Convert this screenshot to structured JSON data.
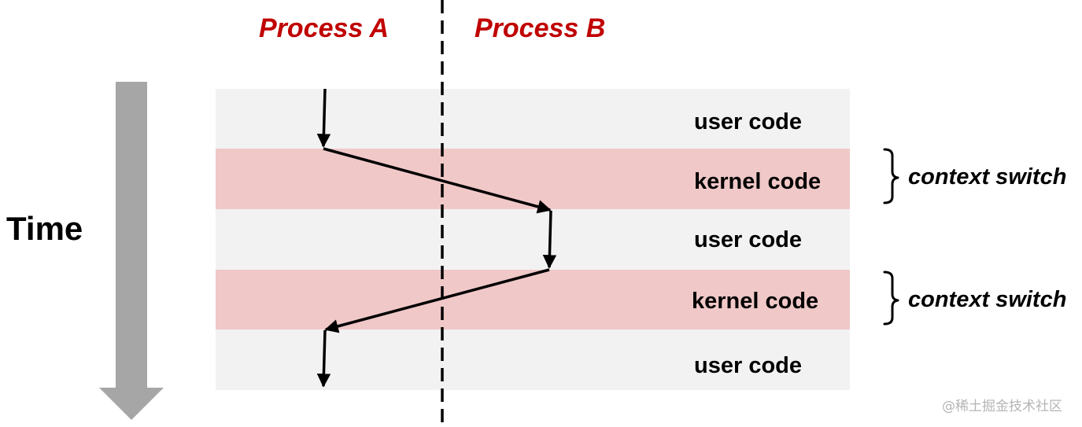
{
  "process_a_label": "Process A",
  "process_b_label": "Process B",
  "time_label": "Time",
  "bands": [
    {
      "label": "user code",
      "type": "user"
    },
    {
      "label": "kernel code",
      "type": "kernel"
    },
    {
      "label": "user code",
      "type": "user"
    },
    {
      "label": "kernel code",
      "type": "kernel"
    },
    {
      "label": "user code",
      "type": "user"
    }
  ],
  "context_switches": [
    {
      "label": "context switch"
    },
    {
      "label": "context switch"
    }
  ],
  "watermark": "@稀土掘金技术社区",
  "colors": {
    "process_label": "#c00000",
    "user_band": "#f2f2f2",
    "kernel_band": "#f0c8c8",
    "time_arrow": "#a6a6a6",
    "line": "#000000"
  }
}
